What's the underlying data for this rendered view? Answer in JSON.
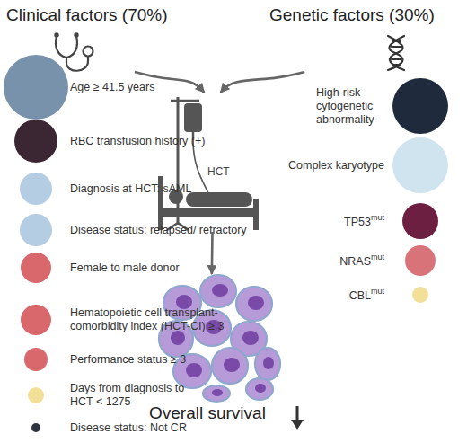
{
  "diagram": {
    "nodes": [
      {
        "text": [
          "Clinical factors (70%)"
        ]
      },
      {
        "text": [
          "Genetic factors (30%)"
        ]
      },
      {
        "text": [
          "Age ≥ 41.5 years"
        ]
      },
      {
        "text": [
          "RBC transfusion history (+)"
        ]
      },
      {
        "text": [
          "Diagnosis at HCT: sAML"
        ]
      },
      {
        "text": [
          "Disease status: relapsed/ refractory"
        ]
      },
      {
        "text": [
          "Female to male donor"
        ]
      },
      {
        "text": [
          "Hematopoietic cell transplant-comorbidity index (HCT-CI) ≥ 3"
        ]
      },
      {
        "text": [
          "Performance status ≥ 3"
        ]
      },
      {
        "text": [
          "Days from diagnosis to HCT < 1275"
        ]
      },
      {
        "text": [
          "Disease status: Not CR"
        ]
      },
      {
        "text": [
          "High-risk cytogenetic abnormality"
        ]
      },
      {
        "text": [
          "Complex karyotype"
        ]
      },
      {
        "text": [
          "TP53",
          "mut"
        ]
      },
      {
        "text": [
          "NRAS",
          "mut"
        ]
      },
      {
        "text": [
          "CBL",
          "mut"
        ]
      },
      {
        "text": [
          "HCT"
        ]
      },
      {
        "text": [
          "Overall survival"
        ]
      }
    ],
    "edges": [
      {
        "from": 0,
        "to": 16,
        "arrow": "to"
      },
      {
        "from": 1,
        "to": 16,
        "arrow": "to"
      },
      {
        "from": 16,
        "to": 17,
        "arrow": "to"
      }
    ]
  }
}
